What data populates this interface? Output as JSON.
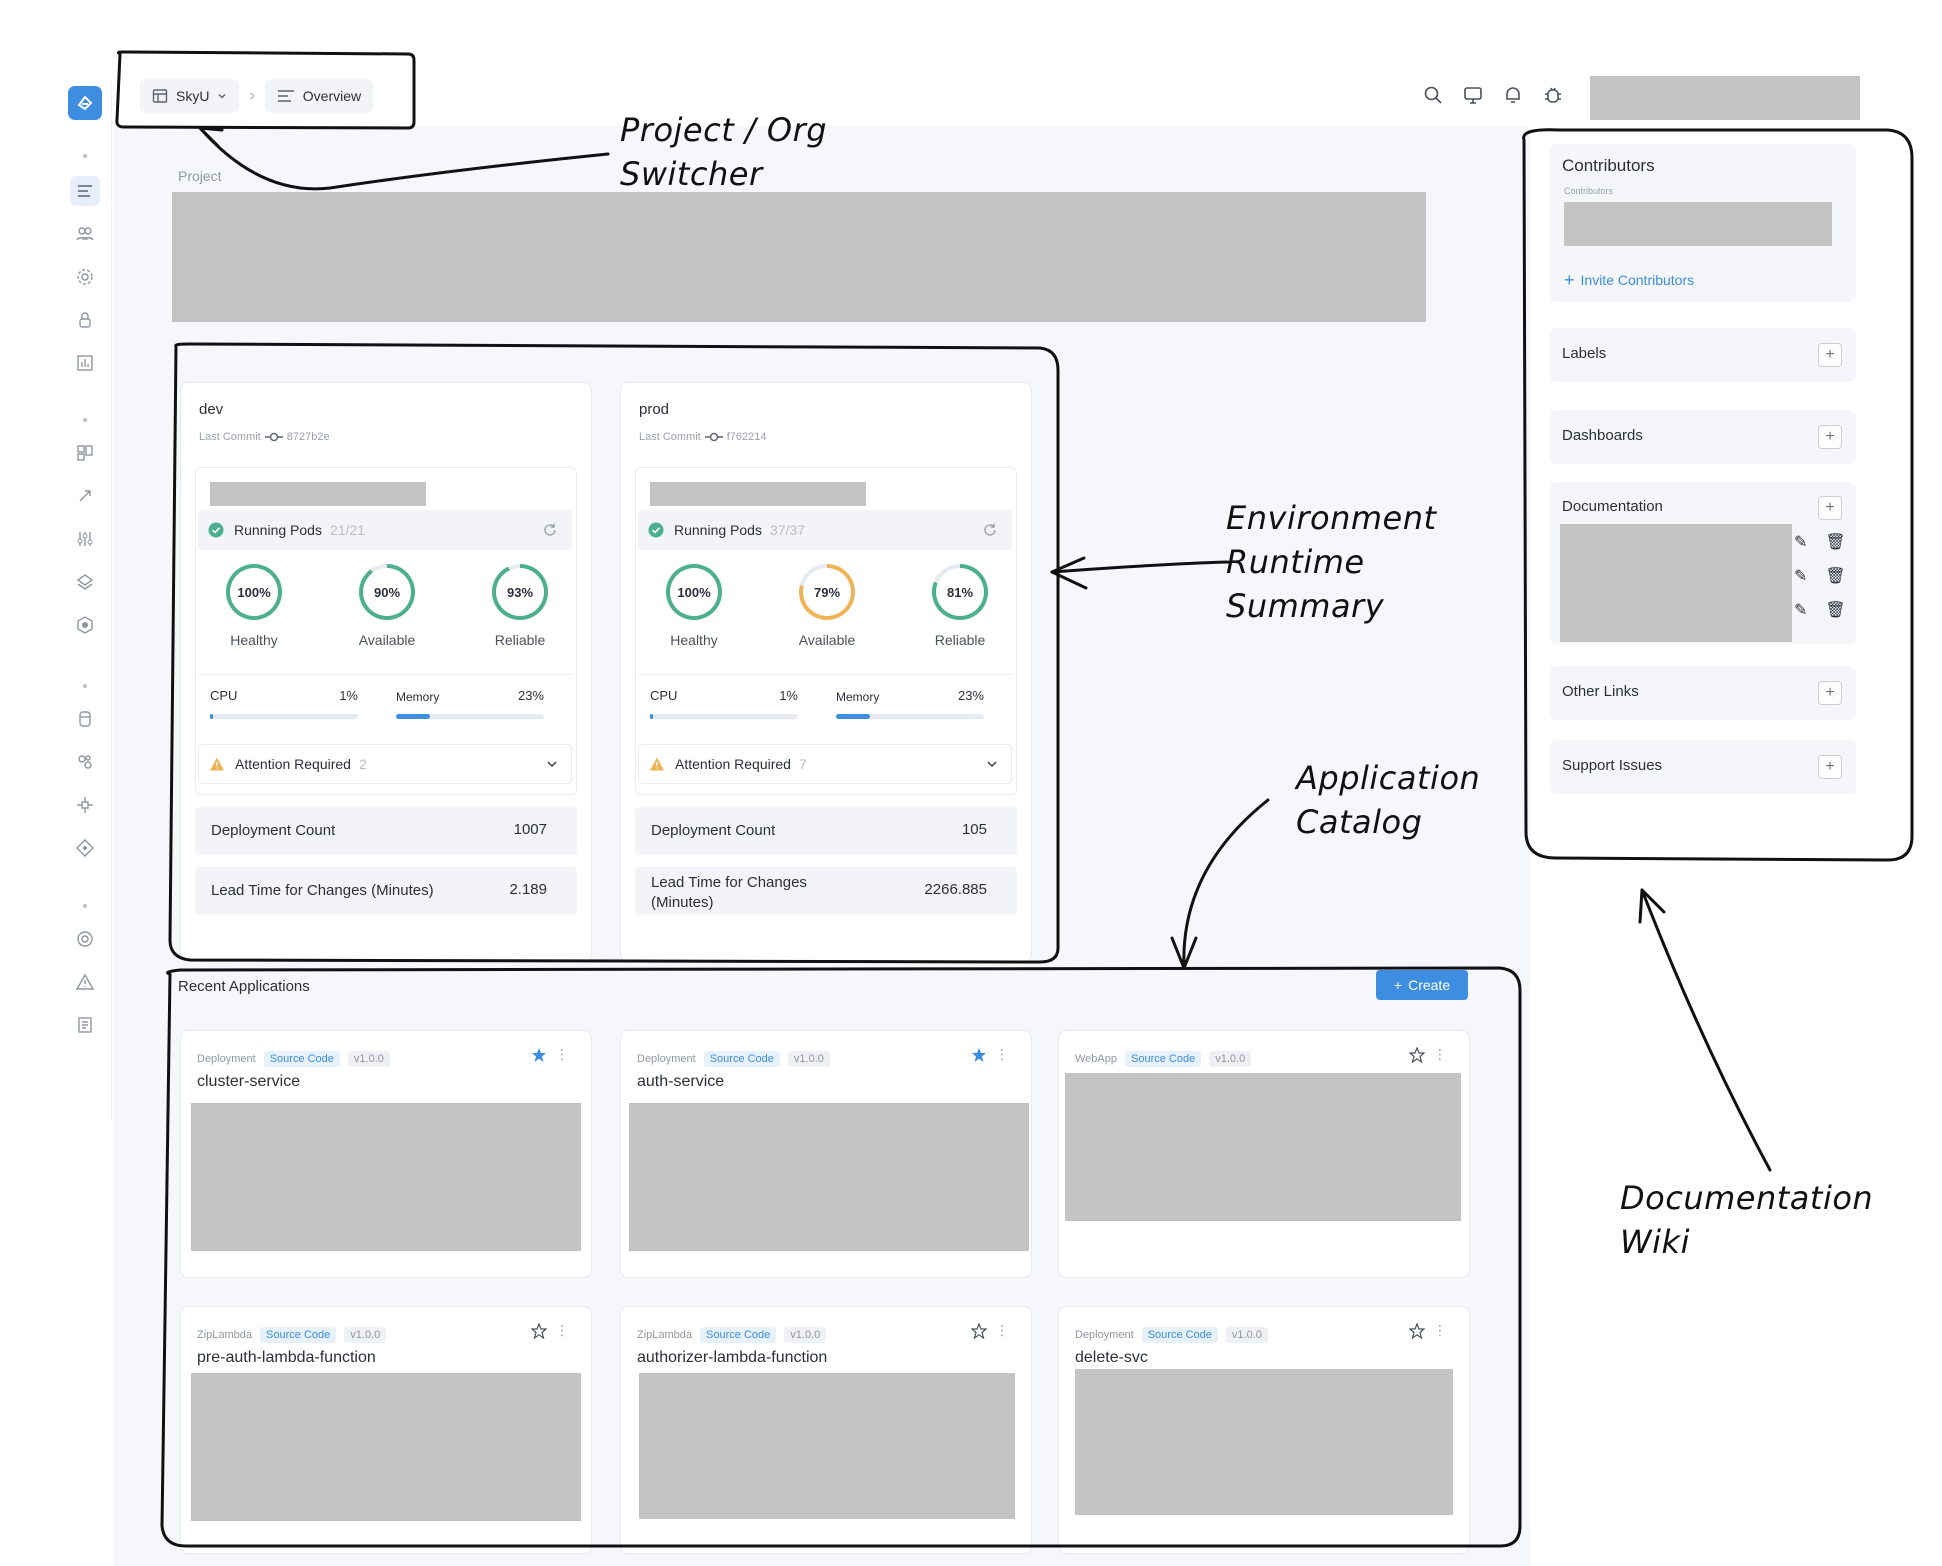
{
  "header": {
    "org_label": "SkyU",
    "page_label": "Overview",
    "icons": [
      "search-icon",
      "monitor-icon",
      "bell-icon",
      "bug-icon"
    ]
  },
  "project": {
    "label": "Project"
  },
  "environments": [
    {
      "name": "dev",
      "commit_label": "Last Commit",
      "commit_hash": "8727b2e",
      "running_pods_label": "Running Pods",
      "running_pods_count": "21/21",
      "gauges": [
        {
          "value": "100%",
          "label": "Healthy",
          "percent": 100,
          "color": "#4caf8f"
        },
        {
          "value": "90%",
          "label": "Available",
          "percent": 90,
          "color": "#4caf8f"
        },
        {
          "value": "93%",
          "label": "Reliable",
          "percent": 93,
          "color": "#4caf8f"
        }
      ],
      "cpu_label": "CPU",
      "cpu_value": "1%",
      "cpu_fraction": 0.01,
      "memory_label": "Memory",
      "memory_value": "23%",
      "memory_fraction": 0.23,
      "attention_label": "Attention Required",
      "attention_count": "2",
      "deploy_label": "Deployment Count",
      "deploy_value": "1007",
      "lead_label": "Lead Time for Changes (Minutes)",
      "lead_value": "2.189"
    },
    {
      "name": "prod",
      "commit_label": "Last Commit",
      "commit_hash": "f762214",
      "running_pods_label": "Running Pods",
      "running_pods_count": "37/37",
      "gauges": [
        {
          "value": "100%",
          "label": "Healthy",
          "percent": 100,
          "color": "#4caf8f"
        },
        {
          "value": "79%",
          "label": "Available",
          "percent": 79,
          "color": "#f0b357"
        },
        {
          "value": "81%",
          "label": "Reliable",
          "percent": 81,
          "color": "#4caf8f"
        }
      ],
      "cpu_label": "CPU",
      "cpu_value": "1%",
      "cpu_fraction": 0.01,
      "memory_label": "Memory",
      "memory_value": "23%",
      "memory_fraction": 0.23,
      "attention_label": "Attention Required",
      "attention_count": "7",
      "deploy_label": "Deployment Count",
      "deploy_value": "105",
      "lead_label": "Lead Time for Changes (Minutes)",
      "lead_value": "2266.885"
    }
  ],
  "applications": {
    "title": "Recent Applications",
    "create_label": "Create",
    "items": [
      {
        "type": "Deployment",
        "source": "Source Code",
        "version": "v1.0.0",
        "name": "cluster-service",
        "starred": true
      },
      {
        "type": "Deployment",
        "source": "Source Code",
        "version": "v1.0.0",
        "name": "auth-service",
        "starred": true
      },
      {
        "type": "WebApp",
        "source": "Source Code",
        "version": "v1.0.0",
        "name": "",
        "starred": false
      },
      {
        "type": "ZipLambda",
        "source": "Source Code",
        "version": "v1.0.0",
        "name": "pre-auth-lambda-function",
        "starred": false
      },
      {
        "type": "ZipLambda",
        "source": "Source Code",
        "version": "v1.0.0",
        "name": "authorizer-lambda-function",
        "starred": false
      },
      {
        "type": "Deployment",
        "source": "Source Code",
        "version": "v1.0.0",
        "name": "delete-svc",
        "starred": false
      }
    ]
  },
  "sidebar_right": {
    "contributors_title": "Contributors",
    "contributors_sublabel": "Contributors",
    "invite_label": "Invite Contributors",
    "labels_title": "Labels",
    "dashboards_title": "Dashboards",
    "documentation_title": "Documentation",
    "other_links_title": "Other Links",
    "support_issues_title": "Support Issues"
  },
  "annotations": {
    "switcher_line1": "Project / Org",
    "switcher_line2": "Switcher",
    "env_line1": "Environment",
    "env_line2": "Runtime",
    "env_line3": "Summary",
    "catalog_line1": "Application",
    "catalog_line2": "Catalog",
    "wiki_line1": "Documentation",
    "wiki_line2": "Wiki"
  },
  "colors": {
    "accent": "#3d8de0",
    "healthy": "#4caf8f",
    "warning": "#f0b357"
  }
}
